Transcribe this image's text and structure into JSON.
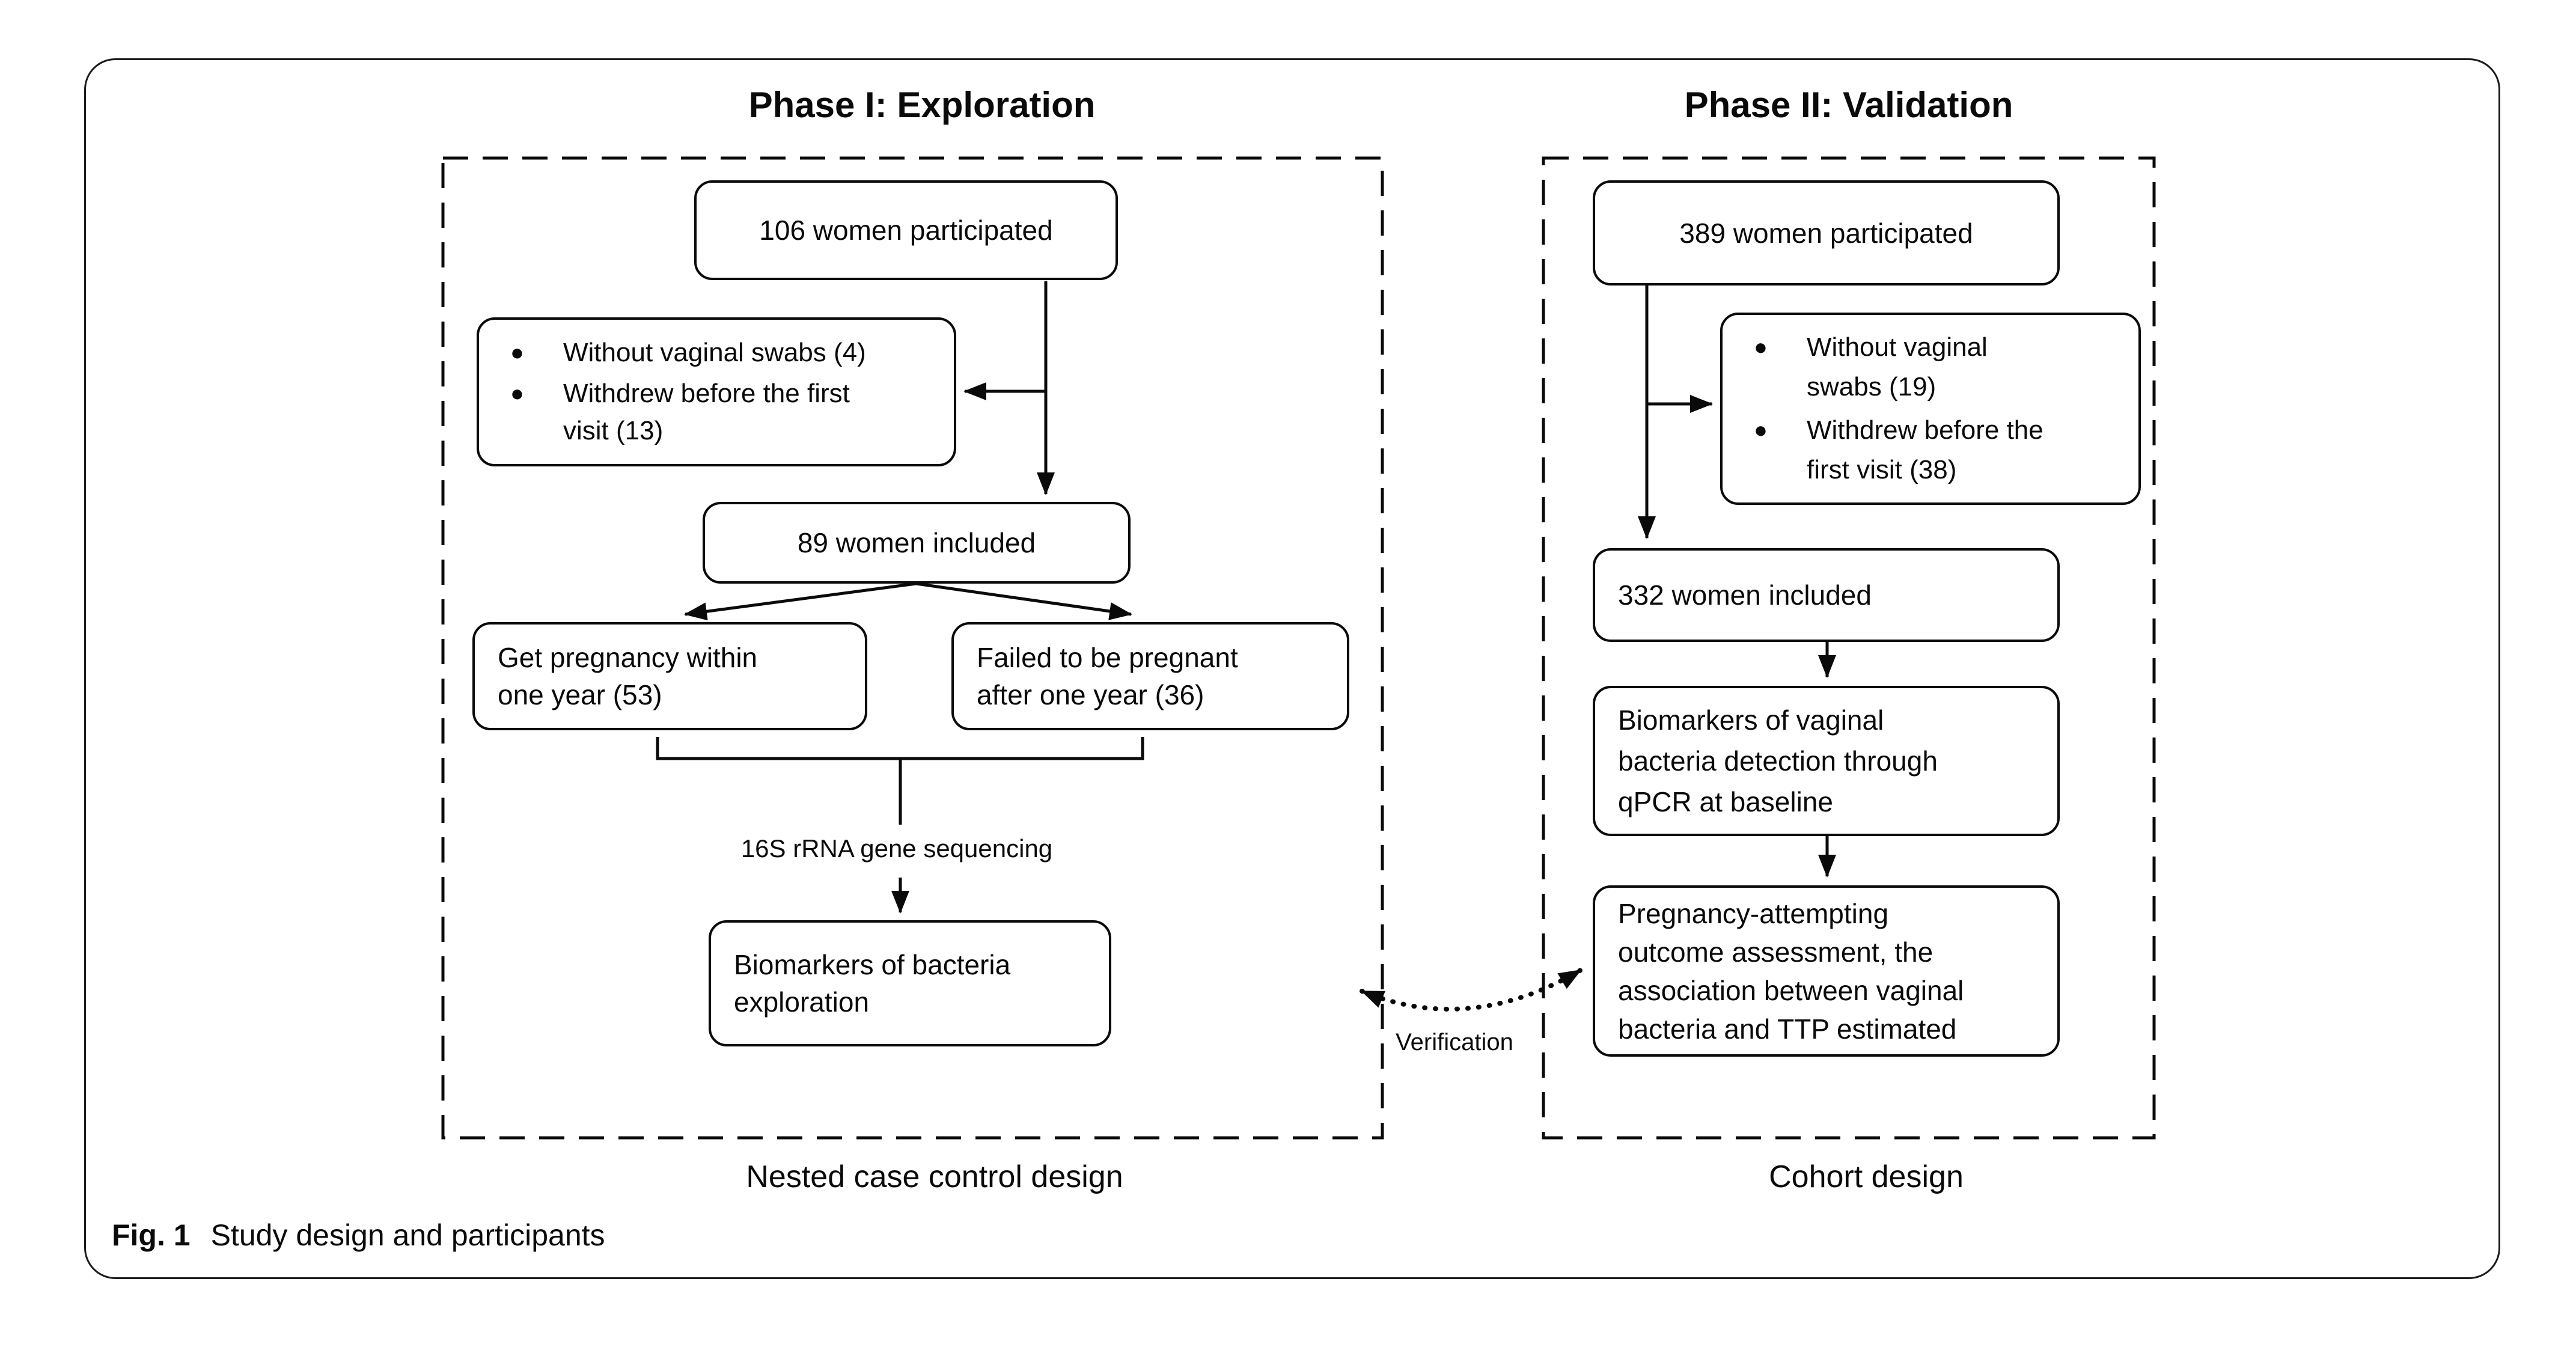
{
  "bullet_glyph": "●",
  "figure_caption": {
    "label": "Fig. 1",
    "text": "Study design and participants"
  },
  "phase1": {
    "title": "Phase I: Exploration",
    "design_label": "Nested case control design",
    "participated": "106 women participated",
    "excluded": {
      "items": [
        "Without vaginal swabs (4)",
        "Withdrew before the first\nvisit (13)"
      ]
    },
    "included": "89 women included",
    "pregnant": "Get pregnancy within\none year (53)",
    "not_pregnant": "Failed to be pregnant\nafter one year (36)",
    "sequencing_label": "16S rRNA gene sequencing",
    "biomarkers": "Biomarkers of bacteria\nexploration"
  },
  "phase2": {
    "title": "Phase II: Validation",
    "design_label": "Cohort design",
    "participated": "389 women participated",
    "excluded": {
      "items": [
        "Without vaginal\nswabs (19)",
        "Withdrew before the\nfirst visit (38)"
      ]
    },
    "included": "332 women included",
    "qpcr": "Biomarkers of vaginal\nbacteria detection through\nqPCR at baseline",
    "outcome": "Pregnancy-attempting\noutcome assessment, the\nassociation between vaginal\nbacteria and TTP estimated"
  },
  "connector": {
    "label": "Verification"
  }
}
